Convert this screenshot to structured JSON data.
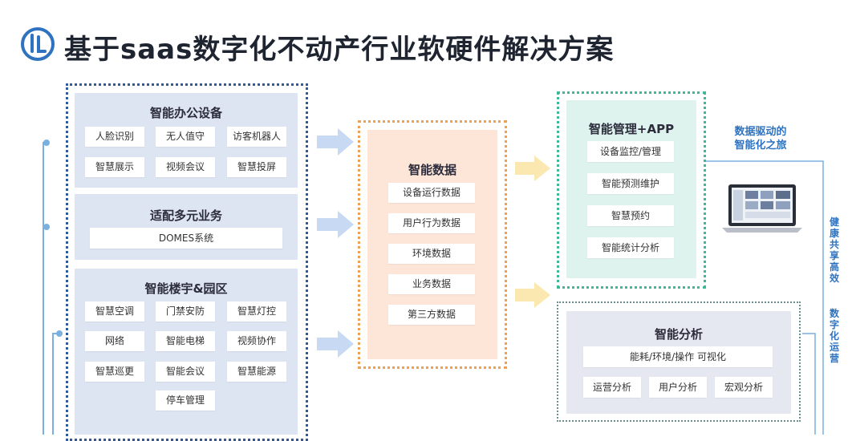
{
  "title": "基于saas数字化不动产行业软硬件解决方案",
  "left": {
    "office": {
      "title": "智能办公设备",
      "items": [
        "人脸识别",
        "无人值守",
        "访客机器人",
        "智慧展示",
        "视频会议",
        "智慧投屏"
      ]
    },
    "multi": {
      "title": "适配多元业务",
      "items": [
        "DOMES系统"
      ]
    },
    "building": {
      "title": "智能楼宇&园区",
      "items": [
        "智慧空调",
        "门禁安防",
        "智慧灯控",
        "网络",
        "智能电梯",
        "视频协作",
        "智慧巡更",
        "智能会议",
        "智慧能源",
        "停车管理"
      ]
    }
  },
  "middle": {
    "title": "智能数据",
    "items": [
      "设备运行数据",
      "用户行为数据",
      "环境数据",
      "业务数据",
      "第三方数据"
    ]
  },
  "right": {
    "mgmt": {
      "title": "智能管理+APP",
      "items": [
        "设备监控/管理",
        "智能预测维护",
        "智慧预约",
        "智能统计分析"
      ]
    },
    "analysis": {
      "title": "智能分析",
      "top": "能耗/环境/操作 可视化",
      "items": [
        "运营分析",
        "用户分析",
        "宏观分析"
      ]
    }
  },
  "side_note": {
    "line1": "数据驱动的",
    "line2": "智能化之旅"
  },
  "vertical": {
    "text1": "健康共享高效",
    "text2": "数字化运营"
  },
  "colors": {
    "left_border": "#2f5a9c",
    "middle_border": "#f0a050",
    "right_border": "#3fb89a",
    "arrow_blue": "#c8daf3",
    "arrow_yellow": "#fbe7b0",
    "accent_text": "#2f73c0"
  }
}
